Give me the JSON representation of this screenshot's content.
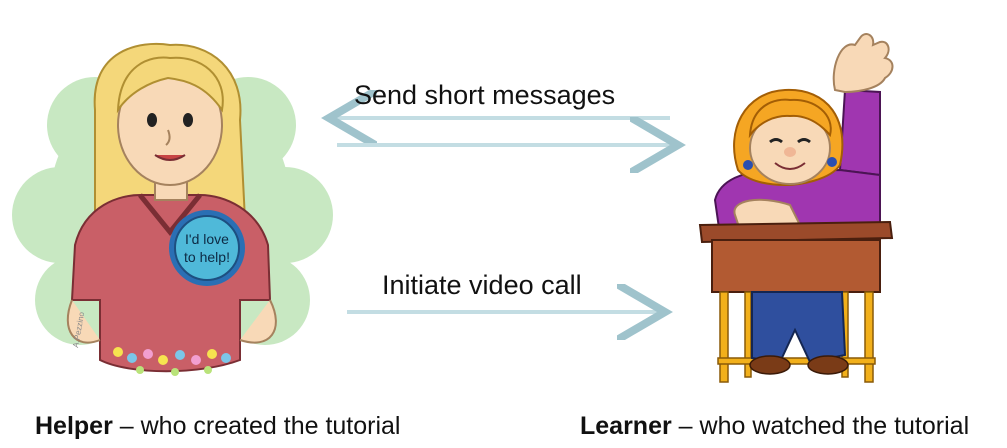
{
  "badge": {
    "line1": "I'd love",
    "line2": "to help!"
  },
  "artist_signature": "A.Pezzino",
  "arrows": {
    "messages_label": "Send short messages",
    "video_label": "Initiate video call"
  },
  "captions": {
    "helper_name": "Helper",
    "helper_desc": " – who created the tutorial",
    "learner_name": "Learner",
    "learner_desc": " – who watched the tutorial"
  },
  "colors": {
    "arrow": "#c3dde3",
    "arrow_stroke": "#9fc3cc",
    "flower_bg": "#c8e8c2",
    "helper_hair": "#f4d77a",
    "helper_shirt": "#c95f67",
    "badge": "#4fb9d9",
    "learner_hair": "#f5a623",
    "learner_shirt": "#a036b0",
    "desk": "#9b4a2a",
    "pants": "#2f4f9e"
  }
}
